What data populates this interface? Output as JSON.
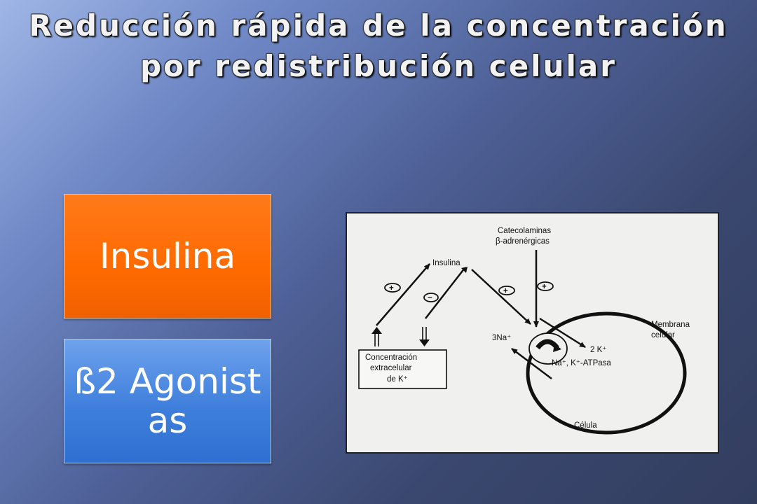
{
  "slide": {
    "title": "Reducción rápida de la concentración por redistribución celular"
  },
  "boxes": {
    "insulina": "Insulina",
    "agonistas": "ß2 Agonistas"
  },
  "diagram": {
    "catecolaminas_line1": "Catecolaminas",
    "catecolaminas_line2": "β-adrenérgicas",
    "insulina": "Insulina",
    "concentracion_line1": "Concentración",
    "concentracion_line2": "extracelular",
    "concentracion_line3": "de K⁺",
    "na": "3Na⁺",
    "k": "2 K⁺",
    "atpasa": "Na⁺, K⁺-ATPasa",
    "membrana_line1": "Membrana",
    "membrana_line2": "celular",
    "celula": "Célula",
    "plus": "+",
    "minus": "−"
  },
  "colors": {
    "orange_box": "#ff6a00",
    "blue_box": "#3f7fdc"
  }
}
